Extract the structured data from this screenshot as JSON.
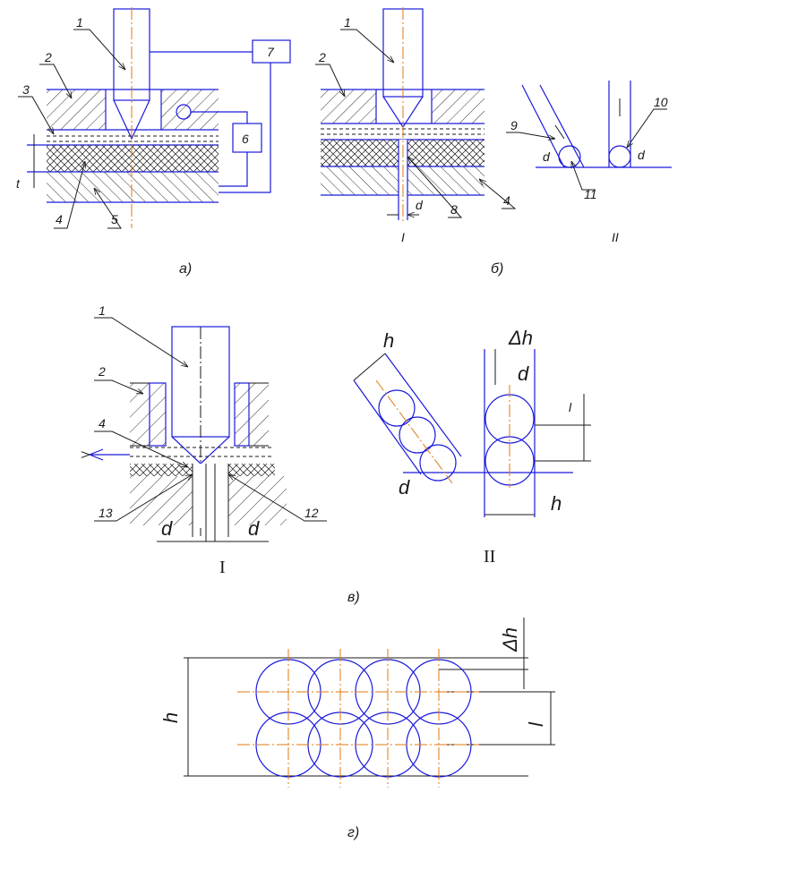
{
  "panel_a": {
    "caption": "а)",
    "labels": {
      "p1": "1",
      "p2": "2",
      "p3": "3",
      "p4": "4",
      "p5": "5",
      "p6": "6",
      "p7": "7",
      "t": "t"
    }
  },
  "panel_b": {
    "caption": "б)",
    "labels": {
      "p1": "1",
      "p2": "2",
      "p4": "4",
      "p8": "8",
      "d": "d",
      "p9": "9",
      "p10": "10",
      "p11": "11",
      "d1": "d",
      "d2": "d"
    },
    "sub_i": "I",
    "sub_ii": "II"
  },
  "panel_c": {
    "caption": "в)",
    "labels": {
      "p1": "1",
      "p2": "2",
      "p4": "4",
      "p12": "12",
      "p13": "13",
      "d1": "d",
      "d2": "d",
      "h1": "h",
      "dh": "Δh",
      "d3": "d",
      "l": "l",
      "h2": "h",
      "d4": "d"
    },
    "sub_i": "I",
    "sub_ii": "II"
  },
  "panel_d": {
    "caption": "г)",
    "labels": {
      "dh": "Δh",
      "h": "h",
      "l": "l"
    }
  },
  "colors": {
    "line": "#1a1adc",
    "axis": "#e07a10",
    "ink": "#1a1a1a"
  }
}
